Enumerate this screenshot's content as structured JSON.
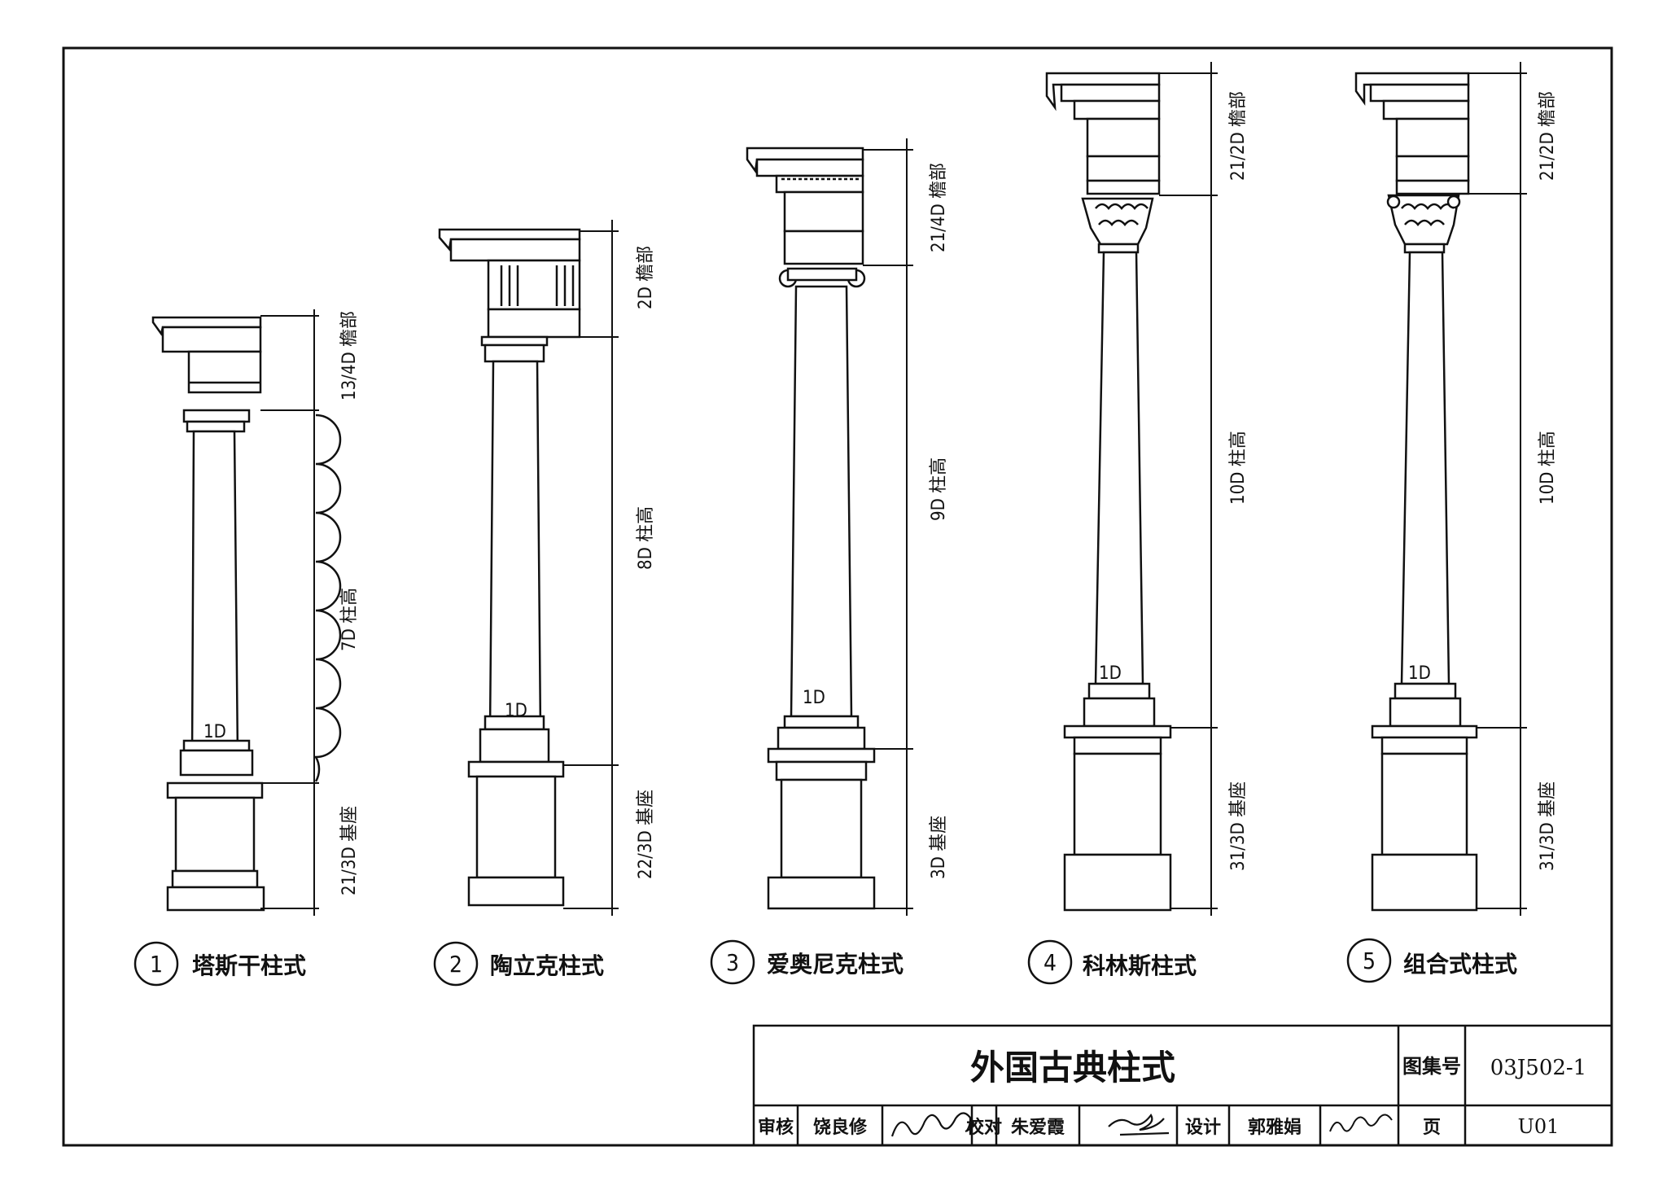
{
  "columns": [
    {
      "num": "1",
      "name": "塔斯干柱式",
      "entablature": "13/4D 檐部",
      "shaft": "7D 柱高",
      "pedestal": "21/3D 基座",
      "diameter": "1D"
    },
    {
      "num": "2",
      "name": "陶立克柱式",
      "entablature": "2D 檐部",
      "shaft": "8D 柱高",
      "pedestal": "22/3D 基座",
      "diameter": "1D"
    },
    {
      "num": "3",
      "name": "爱奥尼克柱式",
      "entablature": "21/4D 檐部",
      "shaft": "9D 柱高",
      "pedestal": "3D 基座",
      "diameter": "1D"
    },
    {
      "num": "4",
      "name": "科林斯柱式",
      "entablature": "21/2D 檐部",
      "shaft": "10D 柱高",
      "pedestal": "31/3D 基座",
      "diameter": "1D"
    },
    {
      "num": "5",
      "name": "组合式柱式",
      "entablature": "21/2D 檐部",
      "shaft": "10D 柱高",
      "pedestal": "31/3D 基座",
      "diameter": "1D"
    }
  ],
  "title_block": {
    "title": "外国古典柱式",
    "atlas_label": "图集号",
    "atlas_no": "03J502-1",
    "review_label": "审核",
    "reviewer": "饶良修",
    "check_label": "校对",
    "checker": "朱爱霞",
    "design_label": "设计",
    "designer": "郭雅娟",
    "page_label": "页",
    "page_no": "U01"
  }
}
